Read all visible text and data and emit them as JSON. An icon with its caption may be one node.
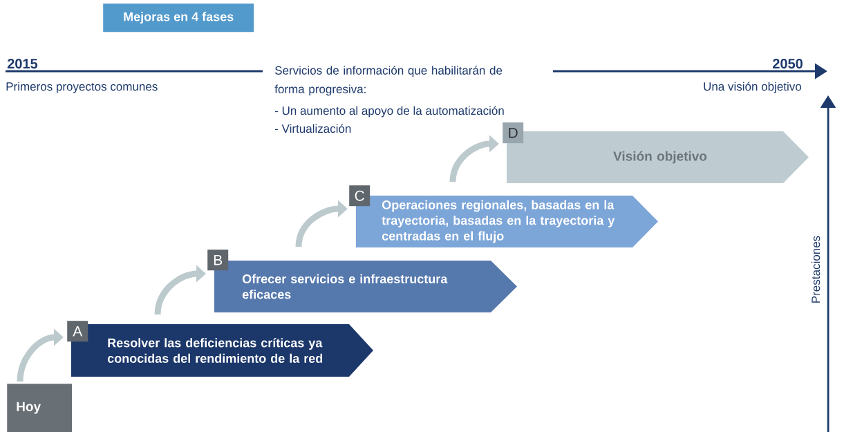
{
  "diagram": {
    "title": "Mejoras en 4 fases",
    "nodes": [
      {
        "text": [
          "Hoy"
        ]
      },
      {
        "text": [
          "A",
          "Resolver las deficiencias críticas ya conocidas del rendimiento de la red"
        ]
      },
      {
        "text": [
          "B",
          "Ofrecer servicios e infraestructura eficaces"
        ]
      },
      {
        "text": [
          "C",
          "Operaciones regionales, basadas en la trayectoria, basadas en la trayectoria y centradas en el flujo"
        ]
      },
      {
        "text": [
          "D",
          "Visión objetivo"
        ]
      }
    ],
    "edges": [
      {
        "from": 0,
        "to": 1,
        "arrow": "to"
      },
      {
        "from": 1,
        "to": 2,
        "arrow": "to"
      },
      {
        "from": 2,
        "to": 3,
        "arrow": "to"
      },
      {
        "from": 3,
        "to": 4,
        "arrow": "to"
      }
    ],
    "labels": [
      "2015",
      "Primeros proyectos comunes",
      "Servicios de información que habilitarán de forma progresiva:",
      "- Un aumento al apoyo de la automatización",
      "- Virtualización",
      "2050",
      "Una visión objetivo",
      "Prestaciones"
    ]
  }
}
